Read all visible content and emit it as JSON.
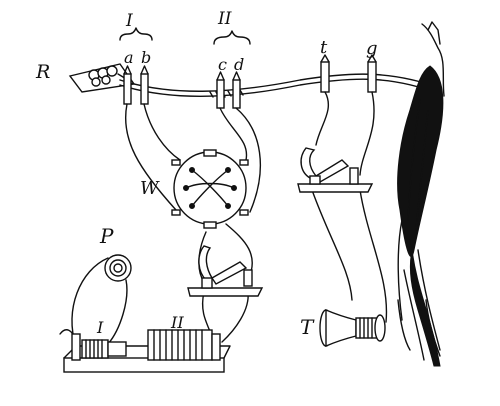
{
  "labels": {
    "rheostat": "R",
    "pair_one": "I",
    "pair_two": "II",
    "electrode_a": "a",
    "electrode_b": "b",
    "electrode_c": "c",
    "electrode_d": "d",
    "electrode_t": "t",
    "electrode_g": "g",
    "commutator": "W",
    "battery": "P",
    "telephone": "T",
    "coil_one": "I",
    "coil_two": "II"
  },
  "colors": {
    "ink": "#111111",
    "paper": "#ffffff"
  }
}
